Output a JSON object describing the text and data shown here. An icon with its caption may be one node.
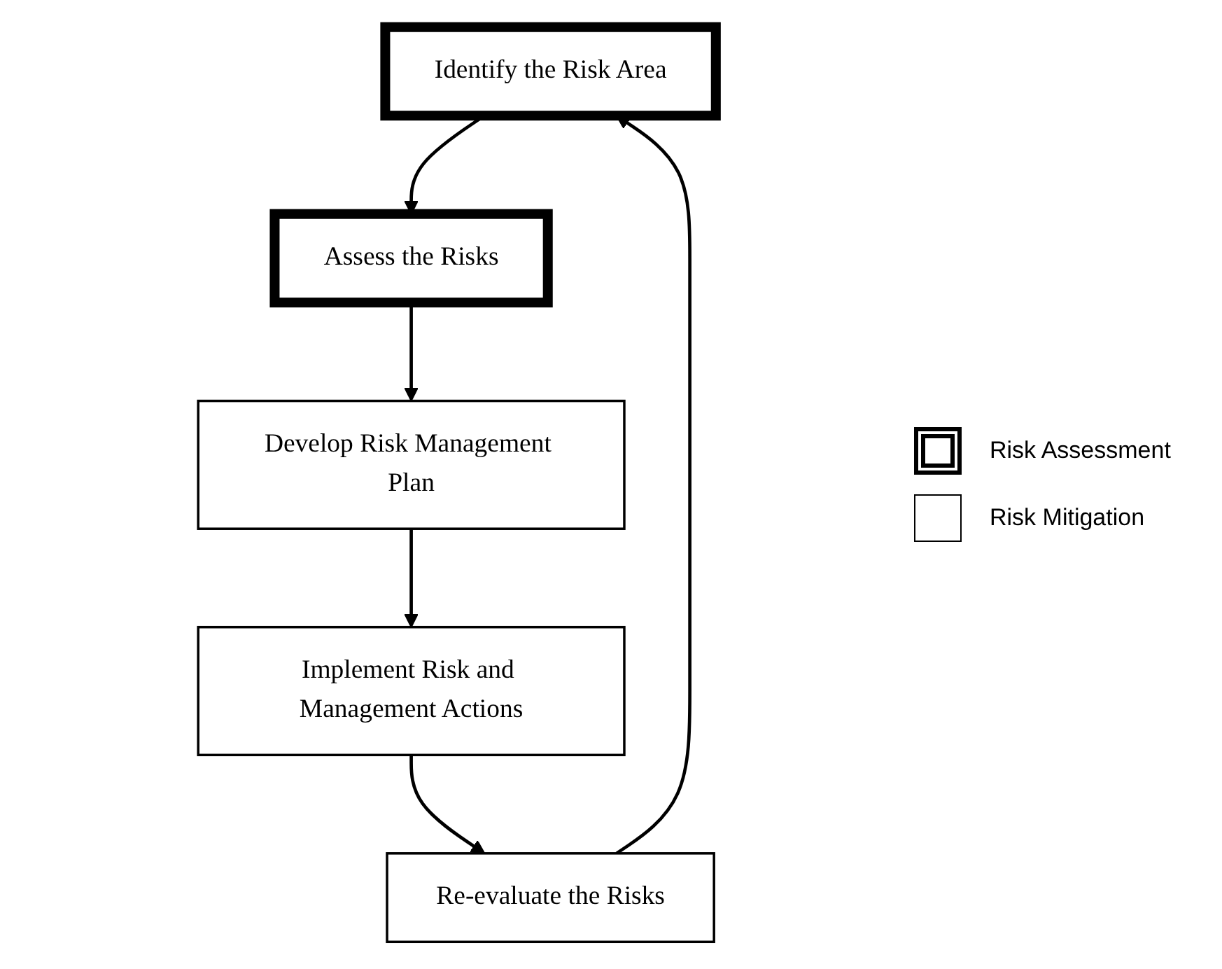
{
  "diagram": {
    "nodes": [
      {
        "text": [
          "Identify the Risk Area"
        ]
      },
      {
        "text": [
          "Assess the Risks"
        ]
      },
      {
        "text": [
          "Develop Risk Management Plan"
        ]
      },
      {
        "text": [
          "Implement Risk and Management Actions"
        ]
      },
      {
        "text": [
          "Re-evaluate the Risks"
        ]
      }
    ],
    "edges": [
      {
        "from": 0,
        "to": 1,
        "arrow": "to"
      },
      {
        "from": 1,
        "to": 2,
        "arrow": "to"
      },
      {
        "from": 2,
        "to": 3,
        "arrow": "to"
      },
      {
        "from": 3,
        "to": 4,
        "arrow": "to"
      },
      {
        "from": 4,
        "to": 0,
        "arrow": "to"
      }
    ],
    "legend": [
      {
        "text": "Risk Assessment"
      },
      {
        "text": "Risk Mitigation"
      }
    ]
  }
}
